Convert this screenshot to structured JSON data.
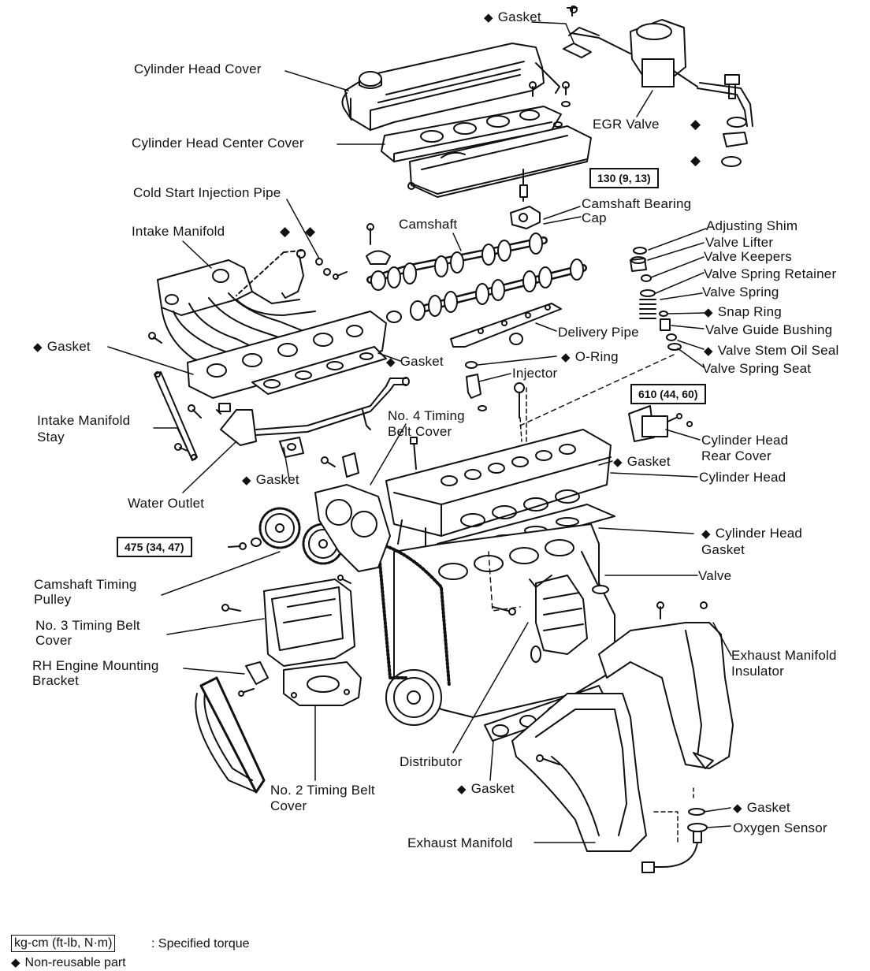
{
  "labels": {
    "gasket_top": "Gasket",
    "cyl_head_cover": "Cylinder Head Cover",
    "egr_valve": "EGR Valve",
    "cyl_head_center_cover": "Cylinder Head Center Cover",
    "cold_start_pipe": "Cold Start Injection Pipe",
    "camshaft_bearing_cap_1": "Camshaft Bearing",
    "camshaft_bearing_cap_2": "Cap",
    "intake_manifold": "Intake Manifold",
    "camshaft": "Camshaft",
    "adjusting_shim": "Adjusting Shim",
    "valve_lifter": "Valve Lifter",
    "valve_keepers": "Valve Keepers",
    "valve_spring_retainer": "Valve Spring Retainer",
    "valve_spring": "Valve Spring",
    "snap_ring": "Snap Ring",
    "valve_guide_bushing": "Valve Guide Bushing",
    "valve_stem_oil_seal": "Valve Stem Oil Seal",
    "valve_spring_seat": "Valve Spring Seat",
    "delivery_pipe": "Delivery Pipe",
    "gasket_left": "Gasket",
    "gasket_intake": "Gasket",
    "o_ring": "O-Ring",
    "injector": "Injector",
    "intake_stay_1": "Intake Manifold",
    "intake_stay_2": "Stay",
    "no4_cover_1": "No. 4 Timing",
    "no4_cover_2": "Belt Cover",
    "cyl_head_rear_cover_1": "Cylinder Head",
    "cyl_head_rear_cover_2": "Rear Cover",
    "gasket_rear": "Gasket",
    "cylinder_head": "Cylinder Head",
    "gasket_water": "Gasket",
    "water_outlet": "Water Outlet",
    "cyl_head_gasket_1": "Cylinder Head",
    "cyl_head_gasket_2": "Gasket",
    "valve": "Valve",
    "cam_pulley_1": "Camshaft Timing",
    "cam_pulley_2": "Pulley",
    "no3_cover_1": "No. 3 Timing Belt",
    "no3_cover_2": "Cover",
    "rh_bracket_1": "RH Engine Mounting",
    "rh_bracket_2": "Bracket",
    "exhaust_insulator_1": "Exhaust Manifold",
    "exhaust_insulator_2": "Insulator",
    "distributor": "Distributor",
    "gasket_exhaust": "Gasket",
    "no2_cover_1": "No. 2 Timing Belt",
    "no2_cover_2": "Cover",
    "gasket_o2": "Gasket",
    "oxygen_sensor": "Oxygen Sensor",
    "exhaust_manifold": "Exhaust Manifold"
  },
  "torques": {
    "bearing_cap": "130 (9, 13)",
    "head_bolt": "610 (44, 60)",
    "pulley": "475 (34, 47)"
  },
  "legend": {
    "unit_box": "kg-cm (ft-lb, N·m)",
    "unit_text": ": Specified torque",
    "nonreusable_symbol": "◆",
    "nonreusable_text": "Non-reusable part"
  },
  "symbols": {
    "diamond": "◆"
  }
}
